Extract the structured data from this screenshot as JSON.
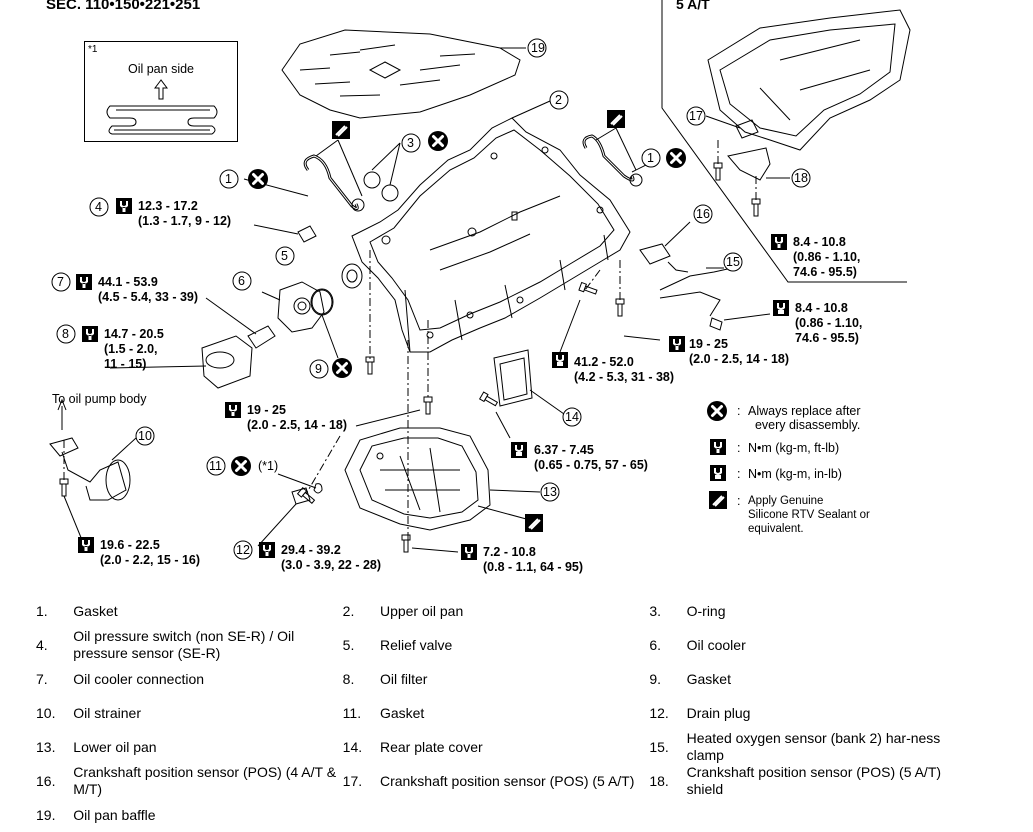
{
  "header": {
    "section": "SEC. 110•150•221•251",
    "variant": "5 A/T"
  },
  "inset": {
    "note": "*1",
    "label": "Oil pan side"
  },
  "callouts": {
    "c1a": "1",
    "c1b": "1",
    "c2": "2",
    "c3": "3",
    "c4": "4",
    "c5": "5",
    "c6": "6",
    "c7": "7",
    "c8": "8",
    "c9": "9",
    "c10": "10",
    "c11": "11",
    "c12": "12",
    "c13": "13",
    "c14": "14",
    "c15": "15",
    "c16": "16",
    "c17": "17",
    "c18": "18",
    "c19": "19"
  },
  "torques": {
    "t4": "12.3 - 17.2\n(1.3 - 1.7, 9 - 12)",
    "t7": "44.1 - 53.9\n(4.5 - 5.4, 33 - 39)",
    "t8": "14.7 - 20.5\n(1.5 - 2.0,\n11 - 15)",
    "t_strainer": "19.6 - 22.5\n(2.0 - 2.2, 15 - 16)",
    "t_upper_bolt": "19 - 25\n(2.0 - 2.5, 14 - 18)",
    "t12": "29.4 - 39.2\n(3.0 - 3.9, 22 - 28)",
    "t_lower_pan": "7.2 - 10.8\n(0.8 - 1.1, 64 - 95)",
    "t_rear_cover": "6.37 - 7.45\n(0.65 - 0.75, 57 - 65)",
    "t_rear_bolt": "41.2 - 52.0\n(4.2 - 5.3, 31 - 38)",
    "t_side_bolt": "19 - 25\n(2.0 - 2.5, 14 - 18)",
    "t_clamp": "8.4 - 10.8\n(0.86 - 1.10,\n74.6 - 95.5)",
    "t_sensor_5at": "8.4 - 10.8\n(0.86 - 1.10,\n74.6 - 95.5)"
  },
  "labels": {
    "to_pump": "To oil pump body",
    "star1": "(*1)"
  },
  "legend": {
    "replace": "Always replace after\n  every disassembly.",
    "nm_ftlb": "N•m (kg-m, ft-lb)",
    "nm_inlb": "N•m (kg-m, in-lb)",
    "sealant": "Apply Genuine\nSilicone RTV Sealant or\nequivalent.",
    "sep": ":"
  },
  "parts_rows": [
    [
      [
        "1.",
        "Gasket"
      ],
      [
        "2.",
        "Upper oil pan"
      ],
      [
        "3.",
        "O-ring"
      ]
    ],
    [
      [
        "4.",
        "Oil pressure switch (non SE-R) / Oil pressure sensor (SE-R)"
      ],
      [
        "5.",
        "Relief valve"
      ],
      [
        "6.",
        "Oil cooler"
      ]
    ],
    [
      [
        "7.",
        "Oil cooler connection"
      ],
      [
        "8.",
        "Oil filter"
      ],
      [
        "9.",
        "Gasket"
      ]
    ],
    [
      [
        "10.",
        "Oil strainer"
      ],
      [
        "11.",
        "Gasket"
      ],
      [
        "12.",
        "Drain plug"
      ]
    ],
    [
      [
        "13.",
        "Lower oil pan"
      ],
      [
        "14.",
        "Rear plate cover"
      ],
      [
        "15.",
        "Heated oxygen sensor (bank 2) har-ness clamp"
      ]
    ],
    [
      [
        "16.",
        "Crankshaft position sensor (POS) (4 A/T & M/T)"
      ],
      [
        "17.",
        "Crankshaft position sensor (POS) (5 A/T)"
      ],
      [
        "18.",
        "Crankshaft position sensor (POS) (5 A/T) shield"
      ]
    ],
    [
      [
        "19.",
        "Oil pan baffle"
      ],
      [
        "",
        ""
      ],
      [
        "",
        ""
      ]
    ]
  ]
}
